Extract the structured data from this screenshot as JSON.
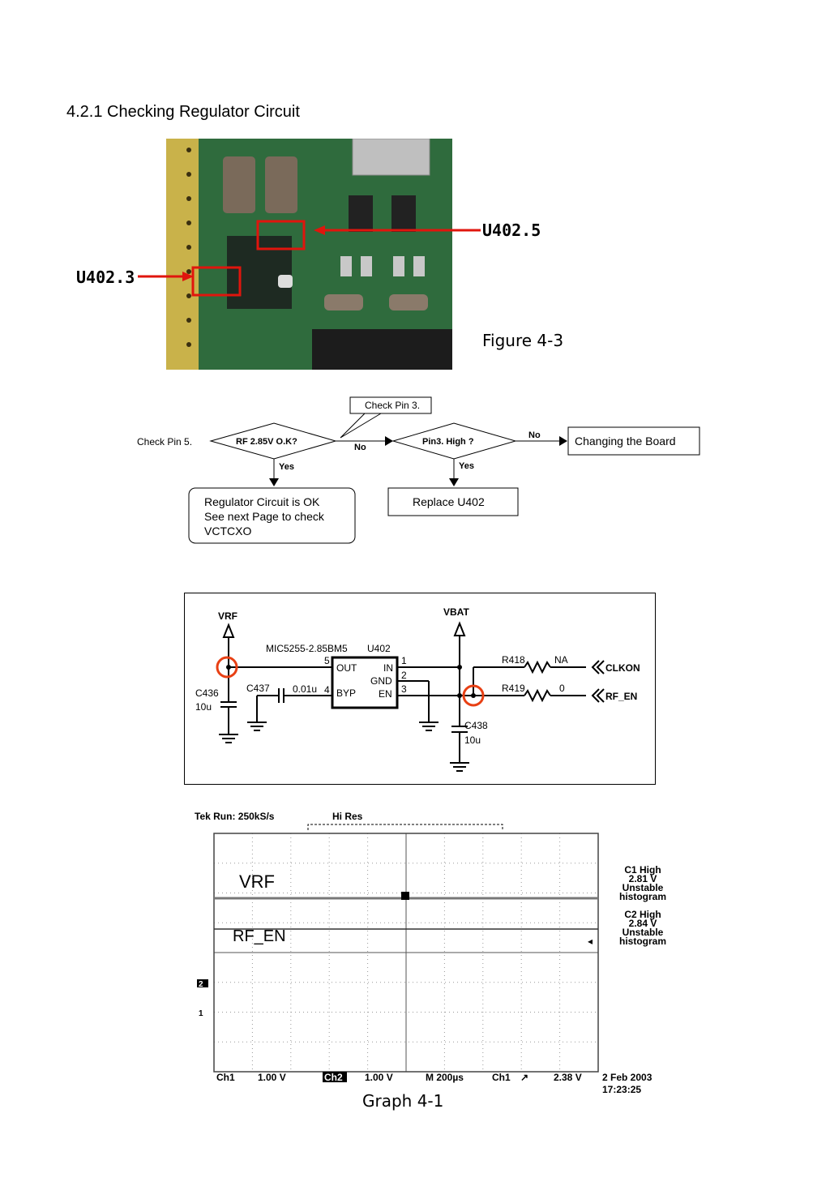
{
  "section_title": "4.2.1 Checking Regulator Circuit",
  "figure": {
    "label_pin5": "U402.5",
    "label_pin3": "U402.3",
    "caption": "Figure 4-3"
  },
  "flowchart": {
    "check_pin5": "Check Pin 5.",
    "check_pin3_callout": "Check Pin 3.",
    "decision1": "RF 2.85V  O.K?",
    "decision2": "Pin3.  High ?",
    "no1": "No",
    "no2": "No",
    "yes1": "Yes",
    "yes2": "Yes",
    "change_board": "Changing the Board",
    "replace": "Replace U402",
    "ok_line1": "Regulator Circuit is OK",
    "ok_line2": "See next Page to check",
    "ok_line3": "VCTCXO"
  },
  "schematic": {
    "vrf": "VRF",
    "vbat": "VBAT",
    "ic_part": "MIC5255-2.85BM5",
    "ic_ref": "U402",
    "pin_out": "OUT",
    "pin_byp": "BYP",
    "pin_in": "IN",
    "pin_gnd": "GND",
    "pin_en": "EN",
    "pin5": "5",
    "pin4": "4",
    "pin1": "1",
    "pin2": "2",
    "pin3": "3",
    "c436": "C436",
    "c436_val": "10u",
    "c437": "C437",
    "c437_val": "0.01u",
    "c438": "C438",
    "c438_val": "10u",
    "r418": "R418",
    "r418_val": "NA",
    "r419": "R419",
    "r419_val": "0",
    "clkon": "CLKON",
    "rf_en": "RF_EN"
  },
  "scope": {
    "header_run": "Tek Run: 250kS/s",
    "header_mode": "Hi Res",
    "trace1": "VRF",
    "trace2": "RF_EN",
    "c1_l1": "C1 High",
    "c1_l2": "2.81 V",
    "c1_l3": "Unstable",
    "c1_l4": "histogram",
    "c2_l1": "C2 High",
    "c2_l2": "2.84 V",
    "c2_l3": "Unstable",
    "c2_l4": "histogram",
    "ch1": "Ch1",
    "ch1_scale": "1.00 V",
    "ch2": "Ch2",
    "ch2_scale": "1.00 V",
    "timebase": "M  200µs",
    "trig_src": "Ch1",
    "trig_sym": "↗",
    "trig_level": "2.38 V",
    "date": "2 Feb 2003",
    "time": "17:23:25",
    "marker2": "2",
    "marker1": "1",
    "caption": "Graph 4-1"
  }
}
